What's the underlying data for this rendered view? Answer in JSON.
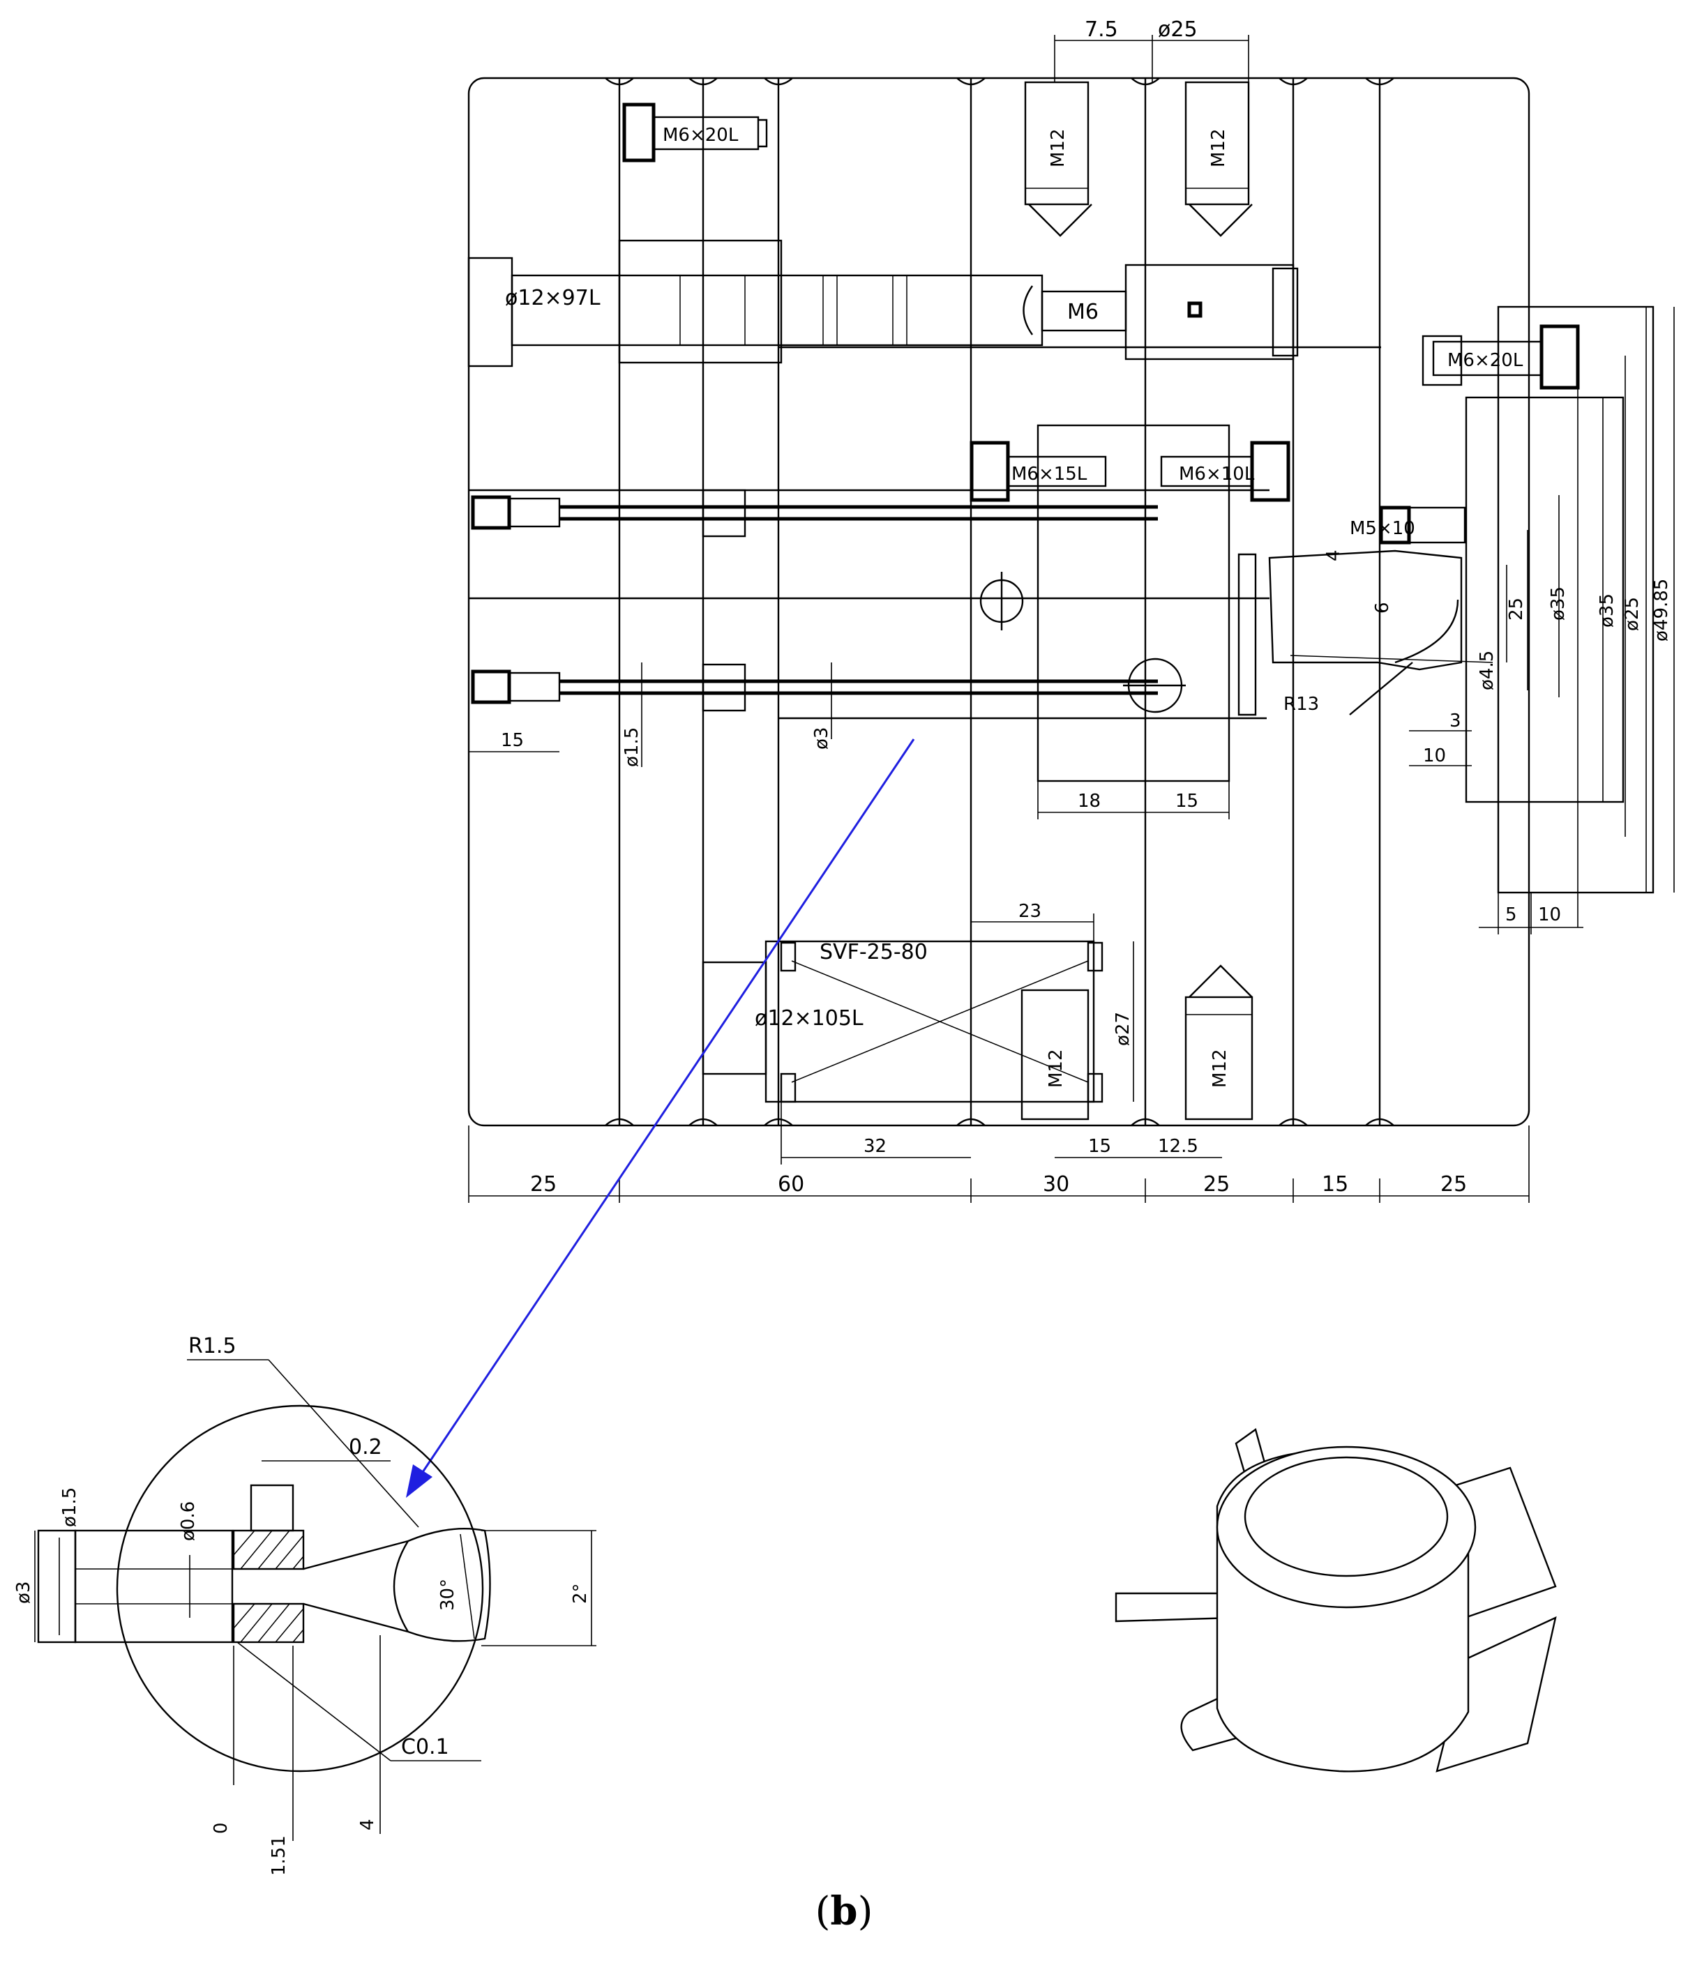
{
  "caption": {
    "prefix": "(",
    "letter": "b",
    "suffix": ")"
  },
  "colors": {
    "line": "#000000",
    "leader": "#1f1fe0",
    "background": "#ffffff"
  },
  "mold_section": {
    "top_labels": {
      "d1": "7.5",
      "d2": "ø25"
    },
    "parts": {
      "screw_top_left": "M6×20L",
      "bolt_top_a": "M12",
      "bolt_top_b": "M12",
      "guide_pin_top": "ø12×97L",
      "m6": "M6",
      "screw_right_top": "M6×20L",
      "screw_mid_a": "M6×15L",
      "screw_mid_b": "M6×10L",
      "screw_m5": "M5×10",
      "support_pin": "SVF-25-80",
      "guide_pin_bottom": "ø12×105L",
      "bolt_bottom_a": "M12",
      "bolt_bottom_b": "M12",
      "r13": "R13"
    },
    "dims_mid": {
      "d15_left": "15",
      "phi15": "ø1.5",
      "phi3": "ø3",
      "d18": "18",
      "d15_mid": "15",
      "d4": "4",
      "d6": "6",
      "d25_v": "25",
      "phi35": "ø35",
      "phi45": "ø4.5",
      "d3": "3",
      "d10": "10",
      "phi35b": "ø35",
      "phi25b": "ø25",
      "phi49": "ø49.85",
      "d5": "5",
      "d10b": "10"
    },
    "dims_lower": {
      "d23": "23",
      "phi27": "ø27",
      "d32": "32",
      "d15": "15",
      "d125": "12.5"
    },
    "bottom_dims": [
      "25",
      "60",
      "30",
      "25",
      "15",
      "25"
    ]
  },
  "detail_view": {
    "r15": "R1.5",
    "d02": "0.2",
    "phi15": "ø1.5",
    "phi06": "ø0.6",
    "phi3": "ø3",
    "angle30": "30°",
    "angle2": "2°",
    "c01": "C0.1",
    "d0": "0",
    "d151": "1.51",
    "d4": "4"
  }
}
